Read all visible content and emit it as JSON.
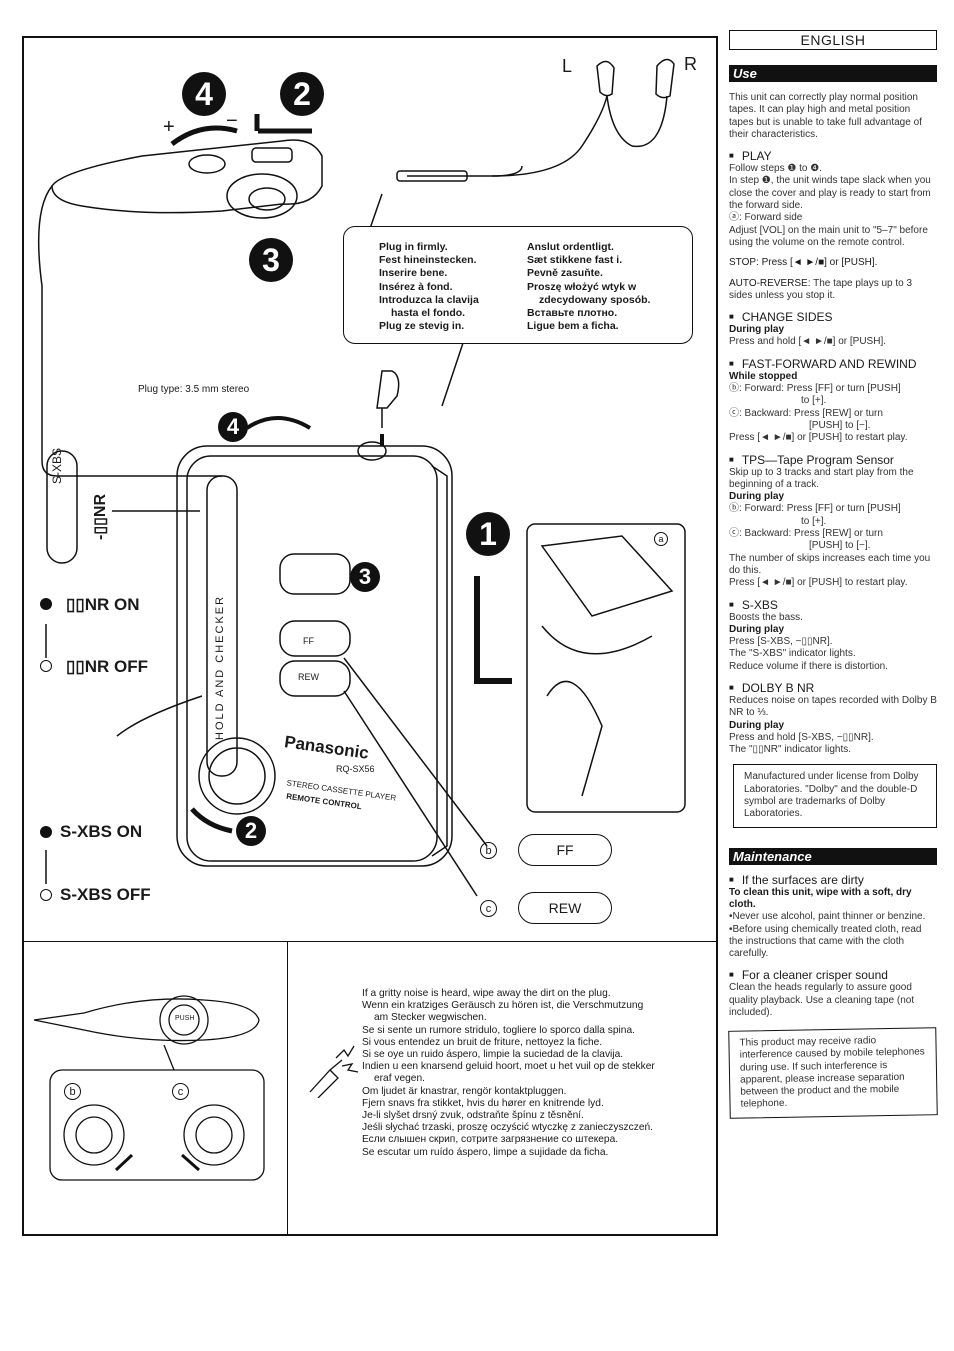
{
  "diagram": {
    "step_numbers": {
      "four": "4",
      "two": "2",
      "three": "3",
      "one": "1"
    },
    "plus": "+",
    "minus": "−",
    "ear_left": "L",
    "ear_right": "R",
    "plug_instructions_left": [
      "Plug in firmly.",
      "Fest hineinstecken.",
      "Inserire bene.",
      "Insérez à fond.",
      "Introduzca la clavija",
      "hasta el fondo.",
      "Plug ze stevig in."
    ],
    "plug_instructions_right": [
      "Anslut ordentligt.",
      "Sæt stikkene fast i.",
      "Pevně zasuňte.",
      "Proszę włożyć wtyk w",
      "zdecydowany sposób.",
      "Вставьте плотно.",
      "Ligue bem a ficha."
    ],
    "plug_type": "Plug type: 3.5 mm stereo",
    "remote_labels": {
      "sxbs": "S-XBS",
      "dnr": "-▯▯NR"
    },
    "dnr_on": "▯▯NR ON",
    "dnr_off": "▯▯NR OFF",
    "sxbs_on": "S-XBS ON",
    "sxbs_off": "S-XBS OFF",
    "brand": "Panasonic",
    "model": "RQ-SX56",
    "model_sub": [
      "STEREO CASSETTE PLAYER",
      "REMOTE CONTROL"
    ],
    "hold_checker": "HOLD AND CHECKER",
    "ff": "FF",
    "rew": "REW",
    "callout_a": "a",
    "callout_b": "b",
    "callout_c": "c",
    "push": "PUSH"
  },
  "noise": {
    "lines": [
      {
        "t": "If a gritty noise is heard, wipe away the dirt on the plug.",
        "i": false
      },
      {
        "t": "Wenn ein kratziges Geräusch zu hören ist, die Verschmutzung",
        "i": false
      },
      {
        "t": "am Stecker wegwischen.",
        "i": true
      },
      {
        "t": "Se si sente un rumore stridulo, togliere lo sporco dalla spina.",
        "i": false
      },
      {
        "t": "Si vous entendez un bruit de friture, nettoyez la fiche.",
        "i": false
      },
      {
        "t": "Si se oye un ruido áspero, limpie la suciedad de la clavija.",
        "i": false
      },
      {
        "t": "Indien u een knarsend geluid hoort, moet u het vuil op de stekker",
        "i": false
      },
      {
        "t": "eraf vegen.",
        "i": true
      },
      {
        "t": "Om ljudet är knastrar, rengör kontaktpluggen.",
        "i": false
      },
      {
        "t": "Fjern snavs fra stikket, hvis du hører en knitrende lyd.",
        "i": false
      },
      {
        "t": "Je-li slyšet drsný zvuk, odstraňte špínu z těsnění.",
        "i": false
      },
      {
        "t": "Jeśli słychać trzaski, proszę oczyścić wtyczkę z zanieczyszczeń.",
        "i": false
      },
      {
        "t": "Если слышен скрип, сотрите загрязнение со штекера.",
        "i": false
      },
      {
        "t": "Se escutar um ruído áspero, limpe a sujidade da ficha.",
        "i": false
      }
    ]
  },
  "english": {
    "lang": "ENGLISH",
    "use_band": "Use",
    "use_intro": "This unit can correctly play normal position tapes. It can play high and metal position tapes but is unable to take full advantage of their characteristics.",
    "play_h": "PLAY",
    "play_1": "Follow steps ❶ to ❹.",
    "play_2": "In step ❶, the unit winds tape slack when you close the cover and play is ready to start from the forward side.",
    "play_3": "ⓐ: Forward side",
    "play_4": "Adjust [VOL] on the main unit to \"5–7\" before using the volume on the remote control.",
    "stop": "STOP: Press [◄ ►/■] or [PUSH].",
    "auto_b": "AUTO-REVERSE:",
    "auto_t": "The tape plays up to 3 sides unless you stop it.",
    "change_h": "CHANGE SIDES",
    "change_b": "During play",
    "change_t": "Press and hold [◄ ►/■] or [PUSH].",
    "ff_h": "FAST-FORWARD AND REWIND",
    "ff_b": "While stopped",
    "ff_1": "ⓑ: Forward: Press [FF] or turn [PUSH]",
    "ff_1b": "to [+].",
    "ff_2": "ⓒ: Backward: Press [REW] or turn",
    "ff_2b": "[PUSH] to [−].",
    "ff_3": "Press [◄ ►/■] or [PUSH] to restart play.",
    "tps_h": "TPS—Tape Program Sensor",
    "tps_1": "Skip up to 3 tracks and start play from the beginning of a track.",
    "tps_b": "During play",
    "tps_2": "ⓑ: Forward: Press [FF] or turn [PUSH]",
    "tps_2b": "to [+].",
    "tps_3": "ⓒ: Backward: Press [REW] or turn",
    "tps_3b": "[PUSH] to [−].",
    "tps_4": "The number of skips increases each time you do this.",
    "tps_5": "Press [◄ ►/■] or [PUSH] to restart play.",
    "sxbs_h": "S-XBS",
    "sxbs_1": "Boosts the bass.",
    "sxbs_b": "During play",
    "sxbs_2": "Press [S-XBS, −▯▯NR].",
    "sxbs_3": "The \"S-XBS\" indicator lights.",
    "sxbs_4": "Reduce volume if there is distortion.",
    "dolby_h": "DOLBY B NR",
    "dolby_1": "Reduces noise on tapes recorded with Dolby B NR to ⅓.",
    "dolby_b": "During play",
    "dolby_2": "Press and hold [S-XBS, −▯▯NR].",
    "dolby_3": "The \"▯▯NR\" indicator lights.",
    "license": "Manufactured under license from Dolby Laboratories. \"Dolby\" and the double-D symbol are trademarks of Dolby Laboratories.",
    "maint_band": "Maintenance",
    "dirty_h": "If the surfaces are dirty",
    "dirty_b": "To clean this unit, wipe with a soft, dry cloth.",
    "dirty_1": "•Never use alcohol, paint thinner or benzine.",
    "dirty_2": "•Before using chemically treated cloth, read the instructions that came with the cloth carefully.",
    "clean_h": "For a cleaner crisper sound",
    "clean_t": "Clean the heads regularly to assure good quality playback. Use a cleaning tape (not included).",
    "radio": "This product may receive radio interference caused by mobile telephones during use. If such interference is apparent, please increase separation between the product and the mobile telephone."
  }
}
